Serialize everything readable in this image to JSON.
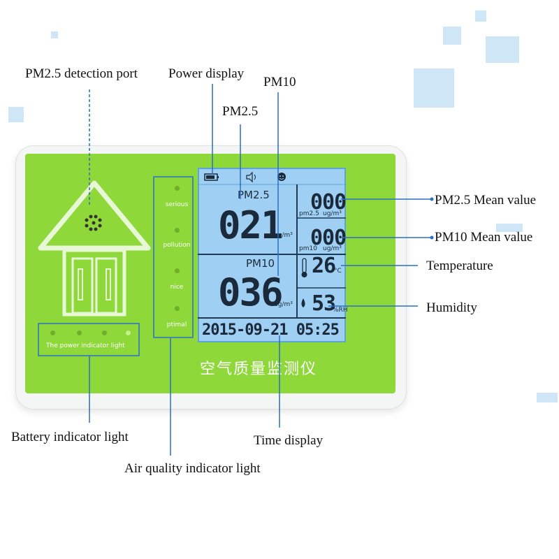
{
  "callouts": {
    "pm25_port": "PM2.5 detection port",
    "power_display": "Power display",
    "pm10": "PM10",
    "pm25": "PM2.5",
    "pm25_mean": "PM2.5 Mean value",
    "pm10_mean": "PM10 Mean value",
    "temperature": "Temperature",
    "humidity": "Humidity",
    "battery_light": "Battery indicator light",
    "time_display": "Time display",
    "air_quality_light": "Air quality indicator light"
  },
  "lcd": {
    "pm25_label": "PM2.5",
    "pm25_value": "021",
    "pm10_label": "PM10",
    "pm10_value": "036",
    "unit": "ug/m³",
    "pm25_mean_value": "000",
    "pm25_mean_label": "pm2.5",
    "pm10_mean_value": "000",
    "pm10_mean_label": "pm10",
    "temperature_value": "26",
    "temperature_unit": "°C",
    "humidity_value": "53",
    "humidity_unit": "%RH",
    "datetime": "2015-09-21 05:25"
  },
  "air_quality_levels": [
    "serious",
    "pollution",
    "nice",
    "ptimal"
  ],
  "power_indicator_label": "The power indicator light",
  "device_name": "空气质量监测仪",
  "colors": {
    "panel": "#8ed83a",
    "lcd": "#9fcff3",
    "leader": "#2a6fc4"
  }
}
